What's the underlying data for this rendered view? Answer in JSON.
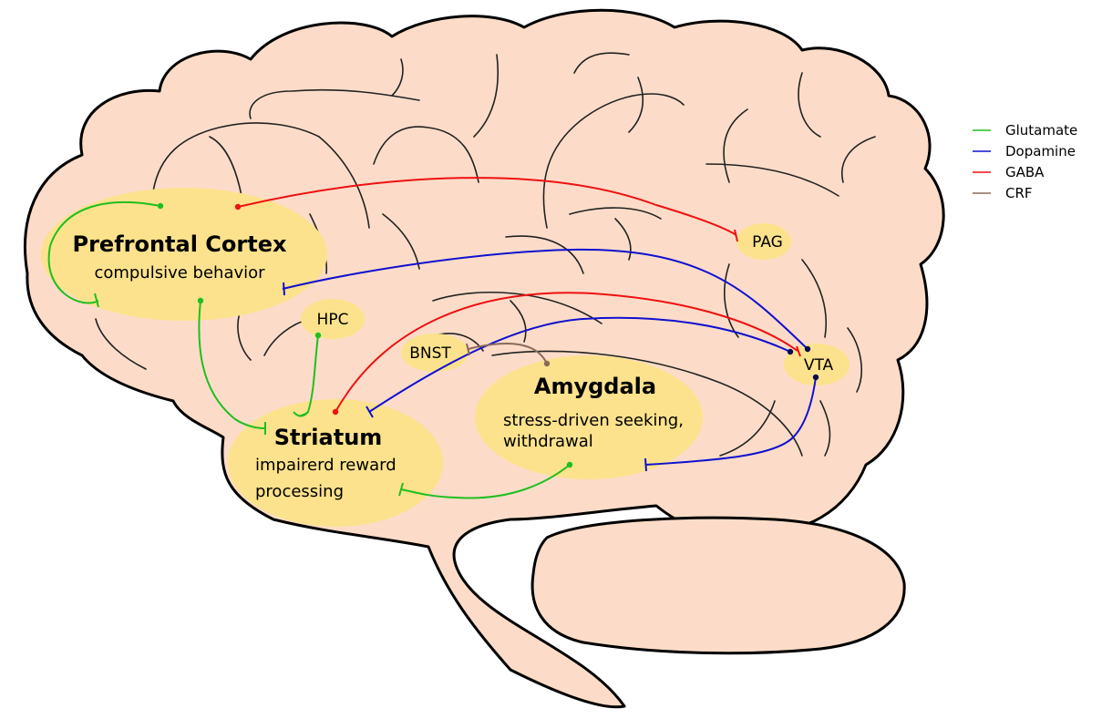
{
  "colors": {
    "brain_fill": "#fcdcc8",
    "brain_outline": "#000000",
    "region_fill": "#fce28c",
    "glutamate": "#1fbf1f",
    "dopamine": "#1010d0",
    "gaba": "#ee1111",
    "crf": "#8a6a5a",
    "dopamine_terminal": "#0a0a50"
  },
  "regions": {
    "pfc": {
      "title": "Prefrontal Cortex",
      "subtitle": "compulsive behavior"
    },
    "striatum": {
      "title": "Striatum",
      "subtitle_line1": "impairerd reward",
      "subtitle_line2": "processing"
    },
    "amygdala": {
      "title": "Amygdala",
      "subtitle_line1": "stress-driven seeking,",
      "subtitle_line2": "withdrawal"
    },
    "hpc": {
      "label": "HPC"
    },
    "bnst": {
      "label": "BNST"
    },
    "pag": {
      "label": "PAG"
    },
    "vta": {
      "label": "VTA"
    }
  },
  "legend": [
    {
      "label": "Glutamate",
      "color": "#1fbf1f"
    },
    {
      "label": "Dopamine",
      "color": "#1010d0"
    },
    {
      "label": "GABA",
      "color": "#ee1111"
    },
    {
      "label": "CRF",
      "color": "#8a6a5a"
    }
  ]
}
